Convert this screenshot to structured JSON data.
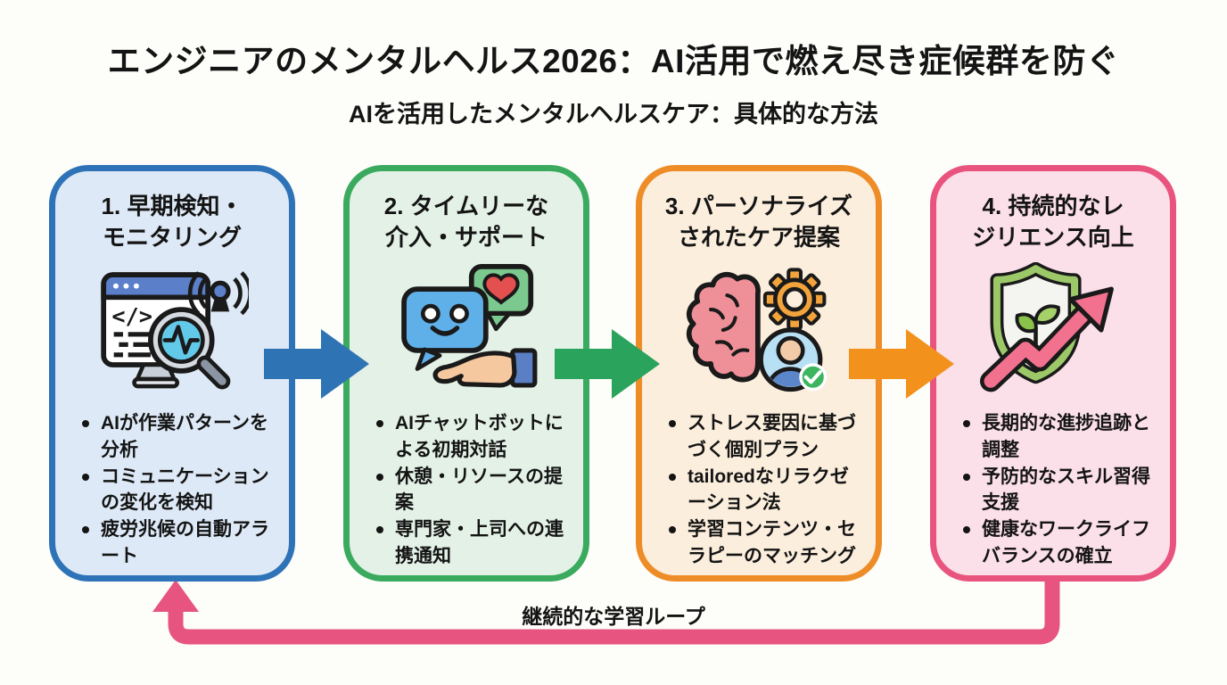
{
  "header": {
    "title": "エンジニアのメンタルヘルス2026：AI活用で燃え尽き症候群を防ぐ",
    "subtitle": "AIを活用したメンタルヘルスケア：具体的な方法"
  },
  "cards": [
    {
      "title": "1. 早期検知・\nモニタリング",
      "icon": "monitoring-icon",
      "bullets": [
        "AIが作業パターンを分析",
        "コミュニケーションの変化を検知",
        "疲労兆候の自動アラート"
      ],
      "border_color": "#2e73b8",
      "bg_color": "#dde9f6"
    },
    {
      "title": "2. タイムリーな\n介入・サポート",
      "icon": "chat-support-icon",
      "bullets": [
        "AIチャットボットによる初期対話",
        "休憩・リソースの提案",
        "専門家・上司への連携通知"
      ],
      "border_color": "#3aaa5e",
      "bg_color": "#e3f1e6"
    },
    {
      "title": "3. パーソナライズ\nされたケア提案",
      "icon": "personalized-care-icon",
      "bullets": [
        "ストレス要因に基づづく個別プラン",
        "tailoredなリラクゼーション法",
        "学習コンテンツ・セラピーのマッチング"
      ],
      "border_color": "#ee8d28",
      "bg_color": "#fbeedd"
    },
    {
      "title": "4. 持続的なレ\nジリエンス向上",
      "icon": "resilience-growth-icon",
      "bullets": [
        "長期的な進捗追跡と調整",
        "予防的なスキル習得支援",
        "健康なワークライフバランスの確立"
      ],
      "border_color": "#e9547f",
      "bg_color": "#fbdfe9"
    }
  ],
  "arrows": [
    {
      "color": "#2e74b5"
    },
    {
      "color": "#2aa35c"
    },
    {
      "color": "#f2921d"
    }
  ],
  "loop": {
    "label": "継続的な学習ループ",
    "color": "#e85480"
  }
}
